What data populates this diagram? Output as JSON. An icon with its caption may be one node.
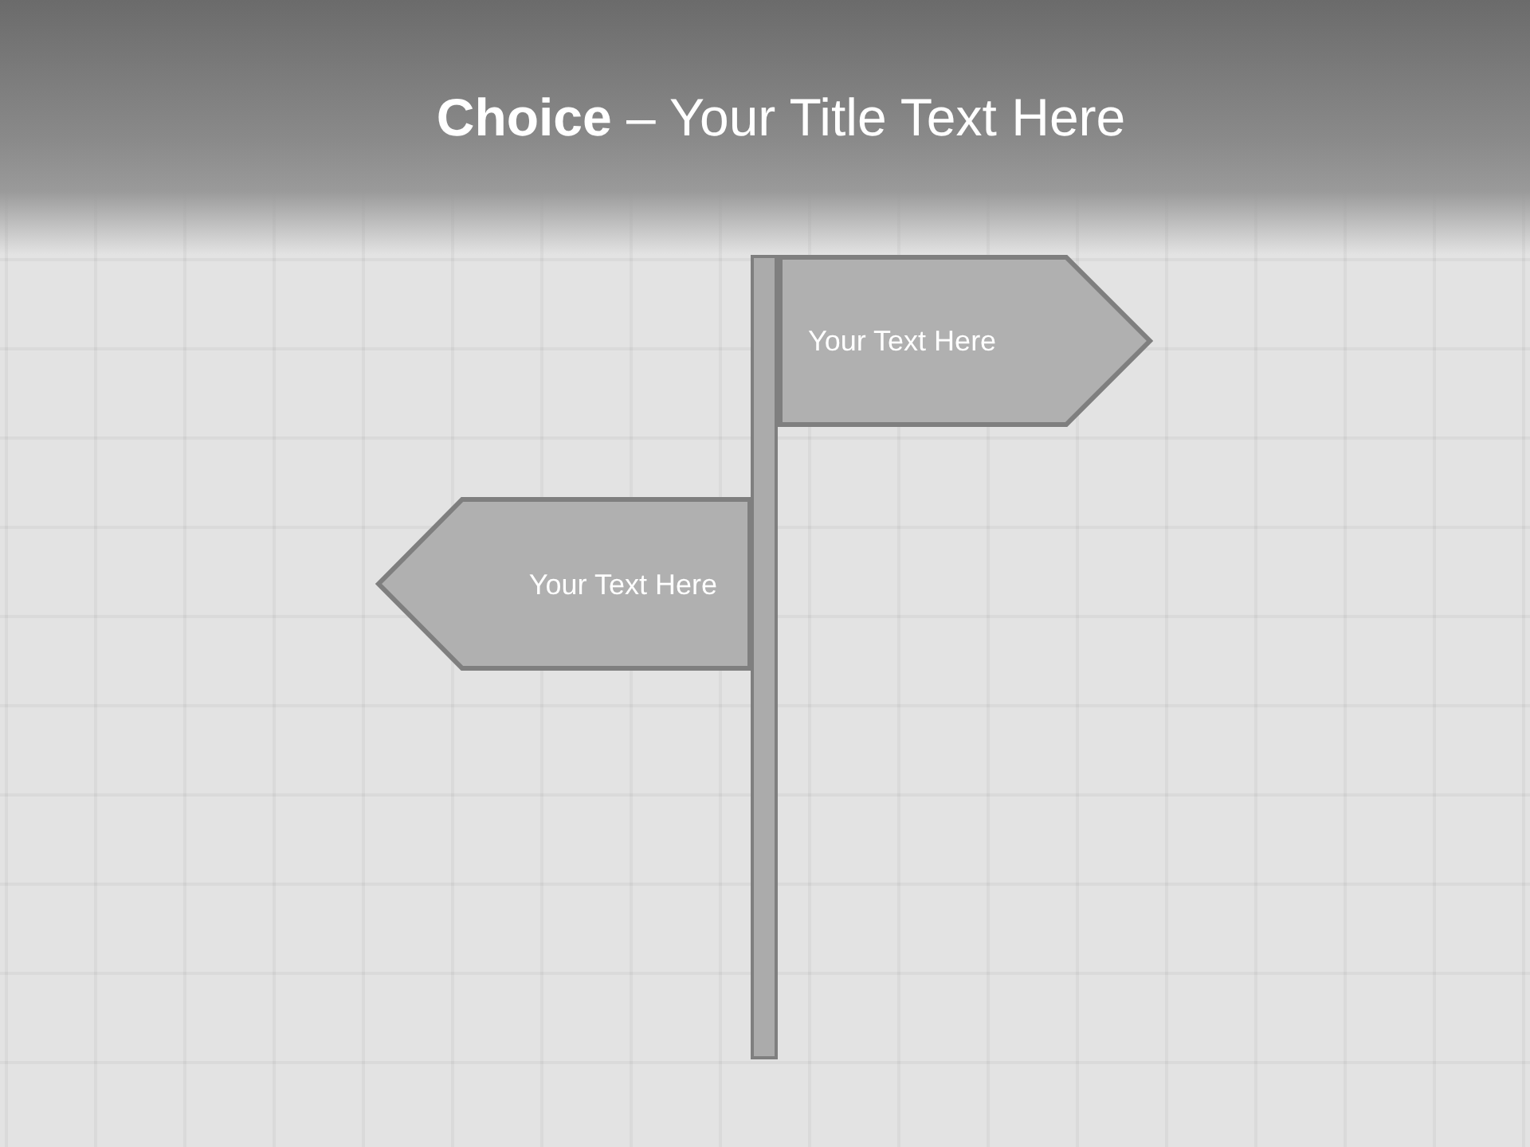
{
  "diagram": {
    "title": "**Choice** – Your Title Text Here",
    "nodes": [
      {
        "text": [],
        "shape": "bar"
      },
      {
        "text": [
          "Your Text Here"
        ]
      },
      {
        "text": [
          "Your Text Here"
        ]
      }
    ]
  }
}
